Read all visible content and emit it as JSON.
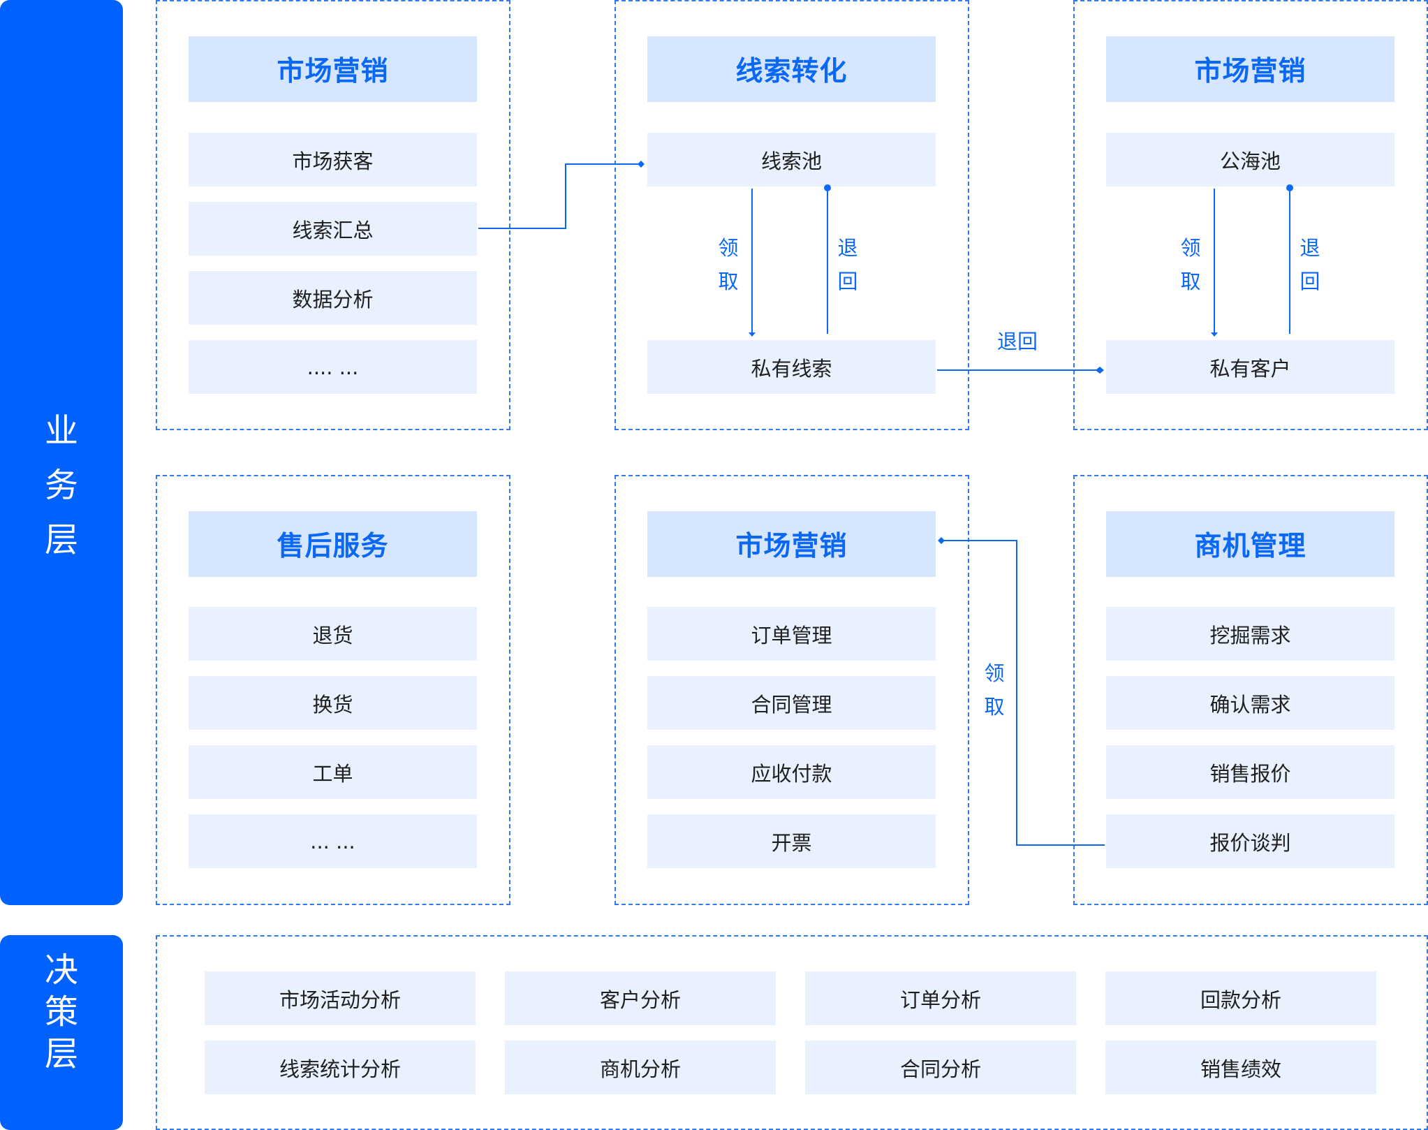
{
  "layers": {
    "business": "业务层",
    "decision": "决策层"
  },
  "groups": {
    "market1": {
      "title": "市场营销",
      "items": [
        "市场获客",
        "线索汇总",
        "数据分析",
        ".... ..."
      ]
    },
    "leads": {
      "title": "线索转化",
      "items": [
        "线索池",
        "私有线索"
      ],
      "labels": {
        "take": "领取",
        "return": "退回"
      }
    },
    "market2": {
      "title": "市场营销",
      "items": [
        "公海池",
        "私有客户"
      ],
      "labels": {
        "take": "领取",
        "return": "退回"
      }
    },
    "aftersales": {
      "title": "售后服务",
      "items": [
        "退货",
        "换货",
        "工单",
        "... ..."
      ]
    },
    "market3": {
      "title": "市场营销",
      "items": [
        "订单管理",
        "合同管理",
        "应收付款",
        "开票"
      ]
    },
    "opportunity": {
      "title": "商机管理",
      "items": [
        "挖掘需求",
        "确认需求",
        "销售报价",
        "报价谈判"
      ]
    }
  },
  "connector_labels": {
    "return": "退回",
    "take": "领取"
  },
  "decision_items": [
    "市场活动分析",
    "客户分析",
    "订单分析",
    "回款分析",
    "线索统计分析",
    "商机分析",
    "合同分析",
    "销售绩效"
  ],
  "colors": {
    "accent": "#0062FE",
    "line": "#0B68F4",
    "head_bg": "#D6E6FF",
    "item_bg": "#E9F1FE"
  }
}
